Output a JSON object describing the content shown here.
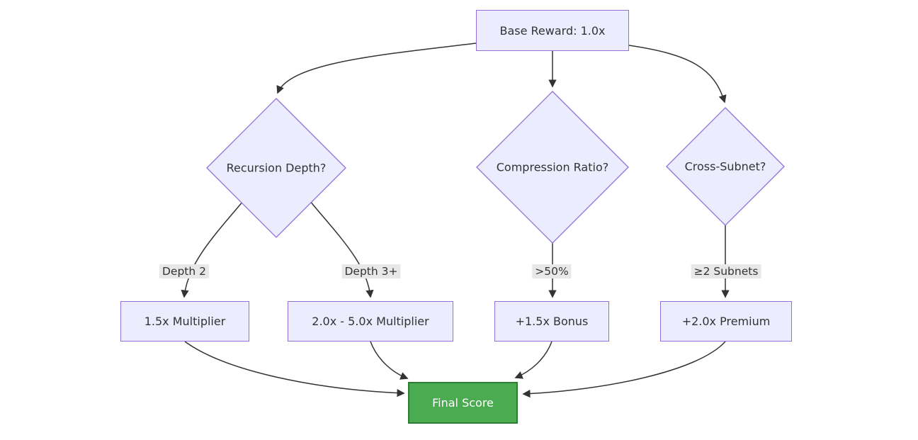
{
  "diagram": {
    "type": "flowchart",
    "nodes": {
      "base_reward": {
        "label": "Base Reward: 1.0x",
        "shape": "rect"
      },
      "recursion_depth": {
        "label": "Recursion Depth?",
        "shape": "diamond"
      },
      "compression_ratio": {
        "label": "Compression Ratio?",
        "shape": "diamond"
      },
      "cross_subnet": {
        "label": "Cross-Subnet?",
        "shape": "diamond"
      },
      "multiplier_15": {
        "label": "1.5x Multiplier",
        "shape": "rect"
      },
      "multiplier_20_50": {
        "label": "2.0x - 5.0x Multiplier",
        "shape": "rect"
      },
      "bonus_15": {
        "label": "+1.5x Bonus",
        "shape": "rect"
      },
      "premium_20": {
        "label": "+2.0x Premium",
        "shape": "rect"
      },
      "final_score": {
        "label": "Final Score",
        "shape": "rect-highlight"
      }
    },
    "edges": [
      {
        "from": "base_reward",
        "to": "recursion_depth",
        "label": ""
      },
      {
        "from": "base_reward",
        "to": "compression_ratio",
        "label": ""
      },
      {
        "from": "base_reward",
        "to": "cross_subnet",
        "label": ""
      },
      {
        "from": "recursion_depth",
        "to": "multiplier_15",
        "label": "Depth 2"
      },
      {
        "from": "recursion_depth",
        "to": "multiplier_20_50",
        "label": "Depth 3+"
      },
      {
        "from": "compression_ratio",
        "to": "bonus_15",
        "label": ">50%"
      },
      {
        "from": "cross_subnet",
        "to": "premium_20",
        "label": "≥2 Subnets"
      },
      {
        "from": "multiplier_15",
        "to": "final_score",
        "label": ""
      },
      {
        "from": "multiplier_20_50",
        "to": "final_score",
        "label": ""
      },
      {
        "from": "bonus_15",
        "to": "final_score",
        "label": ""
      },
      {
        "from": "premium_20",
        "to": "final_score",
        "label": ""
      }
    ],
    "colors": {
      "background": "#ffffff",
      "node_fill": "#ECECFF",
      "node_border": "#9370DB",
      "node_text": "#333333",
      "edge_stroke": "#333333",
      "edge_label_bg": "#e8e8e8",
      "final_fill": "#4aab50",
      "final_border": "#2f7d32",
      "final_text": "#ffffff"
    }
  }
}
